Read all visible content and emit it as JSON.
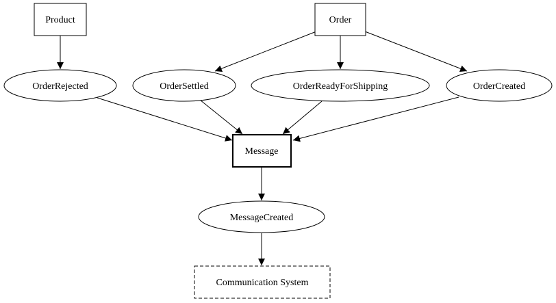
{
  "nodes": {
    "product": "Product",
    "order": "Order",
    "order_rejected": "OrderRejected",
    "order_settled": "OrderSettled",
    "order_ready_for_shipping": "OrderReadyForShipping",
    "order_created": "OrderCreated",
    "message": "Message",
    "message_created": "MessageCreated",
    "communication_system": "Communication System"
  },
  "edges": [
    {
      "from": "Product",
      "to": "OrderRejected"
    },
    {
      "from": "Order",
      "to": "OrderSettled"
    },
    {
      "from": "Order",
      "to": "OrderReadyForShipping"
    },
    {
      "from": "Order",
      "to": "OrderCreated"
    },
    {
      "from": "OrderRejected",
      "to": "Message"
    },
    {
      "from": "OrderSettled",
      "to": "Message"
    },
    {
      "from": "OrderReadyForShipping",
      "to": "Message"
    },
    {
      "from": "OrderCreated",
      "to": "Message"
    },
    {
      "from": "Message",
      "to": "MessageCreated"
    },
    {
      "from": "MessageCreated",
      "to": "Communication System"
    }
  ],
  "colors": {
    "stroke": "#000000",
    "background": "#ffffff"
  }
}
